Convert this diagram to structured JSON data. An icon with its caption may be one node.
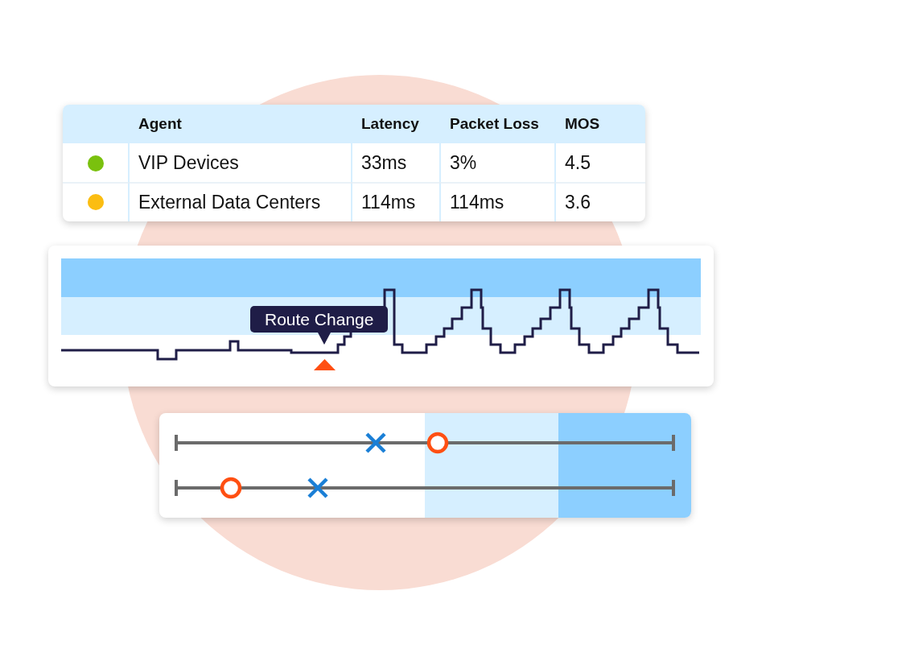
{
  "diagram": {
    "labels": [
      "Agent",
      "Latency",
      "Packet Loss",
      "MOS",
      "VIP Devices",
      "33ms",
      "3%",
      "4.5",
      "External Data Centers",
      "114ms",
      "114ms",
      "3.6",
      "Route Change"
    ]
  }
}
